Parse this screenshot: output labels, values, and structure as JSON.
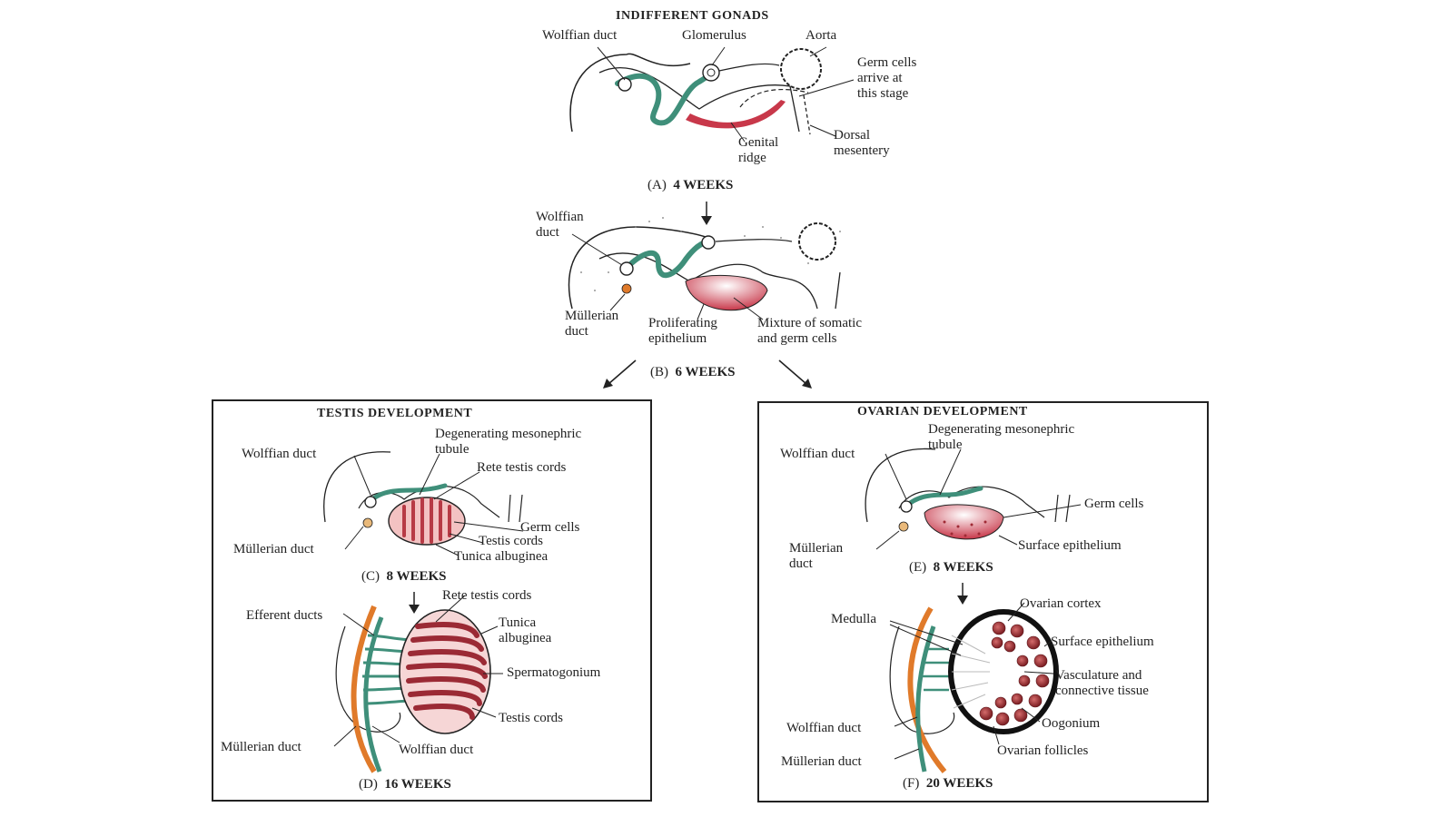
{
  "top": {
    "title": "INDIFFERENT GONADS",
    "labels": {
      "wolffian_duct": "Wolffian duct",
      "glomerulus": "Glomerulus",
      "aorta": "Aorta",
      "germ_cells_1": "Germ cells",
      "germ_cells_2": "arrive at",
      "germ_cells_3": "this stage",
      "genital_ridge_1": "Genital",
      "genital_ridge_2": "ridge",
      "dorsal_mesentery_1": "Dorsal",
      "dorsal_mesentery_2": "mesentery"
    },
    "stage_letter": "(A)",
    "stage_time": "4 WEEKS"
  },
  "six_weeks": {
    "labels": {
      "wolffian_1": "Wolffian",
      "wolffian_2": "duct",
      "mullerian_1": "Müllerian",
      "mullerian_2": "duct",
      "proliferating_1": "Proliferating",
      "proliferating_2": "epithelium",
      "mixture_1": "Mixture of somatic",
      "mixture_2": "and germ cells"
    },
    "stage_letter": "(B)",
    "stage_time": "6 WEEKS"
  },
  "testis": {
    "title": "TESTIS DEVELOPMENT",
    "c": {
      "wolffian": "Wolffian duct",
      "degenerating_1": "Degenerating mesonephric",
      "degenerating_2": "tubule",
      "rete": "Rete testis cords",
      "germ": "Germ cells",
      "testis_cords": "Testis cords",
      "tunica": "Tunica albuginea",
      "mullerian": "Müllerian duct",
      "stage_letter": "(C)",
      "stage_time": "8 WEEKS"
    },
    "d": {
      "rete": "Rete testis cords",
      "efferent": "Efferent ducts",
      "tunica_1": "Tunica",
      "tunica_2": "albuginea",
      "spermatogonium": "Spermatogonium",
      "testis_cords": "Testis cords",
      "mullerian": "Müllerian duct",
      "wolffian": "Wolffian duct",
      "stage_letter": "(D)",
      "stage_time": "16 WEEKS"
    }
  },
  "ovary": {
    "title": "OVARIAN DEVELOPMENT",
    "e": {
      "degenerating_1": "Degenerating mesonephric",
      "degenerating_2": "tubule",
      "wolffian": "Wolffian duct",
      "germ": "Germ cells",
      "surface": "Surface epithelium",
      "mullerian_1": "Müllerian",
      "mullerian_2": "duct",
      "stage_letter": "(E)",
      "stage_time": "8 WEEKS"
    },
    "f": {
      "cortex": "Ovarian cortex",
      "medulla": "Medulla",
      "surface": "Surface epithelium",
      "vasculature_1": "Vasculature and",
      "vasculature_2": "connective tissue",
      "oogonium": "Oogonium",
      "wolffian": "Wolffian duct",
      "follicles": "Ovarian follicles",
      "mullerian": "Müllerian duct",
      "stage_letter": "(F)",
      "stage_time": "20 WEEKS"
    }
  },
  "colors": {
    "duct_green": "#3f8f7a",
    "mullerian_orange": "#e07a2a",
    "ridge_red": "#c8384a",
    "ink": "#222222"
  }
}
